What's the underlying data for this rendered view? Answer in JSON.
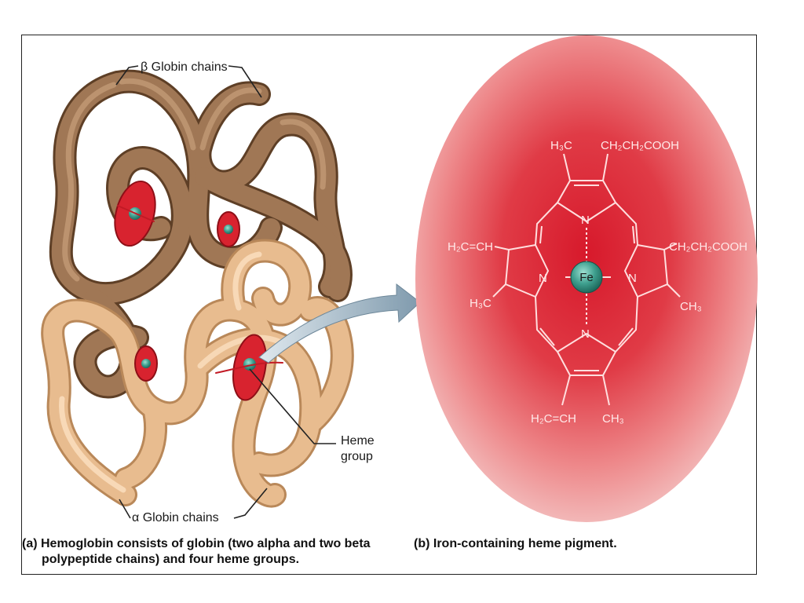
{
  "panel_a": {
    "beta_label": "β Globin chains",
    "alpha_label": "α Globin chains",
    "heme_label_line1": "Heme",
    "heme_label_line2": "group",
    "caption_line1": "(a) Hemoglobin consists of globin (two alpha and two beta",
    "caption_line2": "polypeptide chains) and four heme groups."
  },
  "panel_b": {
    "caption": "(b) Iron-containing heme pigment.",
    "center_atom": "Fe",
    "nitrogen": "N",
    "substituents": {
      "top_left": "H₃C",
      "top_right": "CH₂CH₂COOH",
      "right_top": "CH₂CH₂COOH",
      "right_bottom": "CH₃",
      "left_top": "H₂C=CH",
      "left_bottom": "H₃C",
      "bottom_left": "H₂C=CH",
      "bottom_right": "CH₃"
    }
  },
  "colors": {
    "beta_chain": "#9c7351",
    "alpha_chain": "#e7b98d",
    "heme": "#d8232f",
    "disc_center": "#d7192b",
    "disc_edge": "#f2b7b7",
    "iron": "#3fa08f",
    "arrow": "#8fa8b8"
  }
}
